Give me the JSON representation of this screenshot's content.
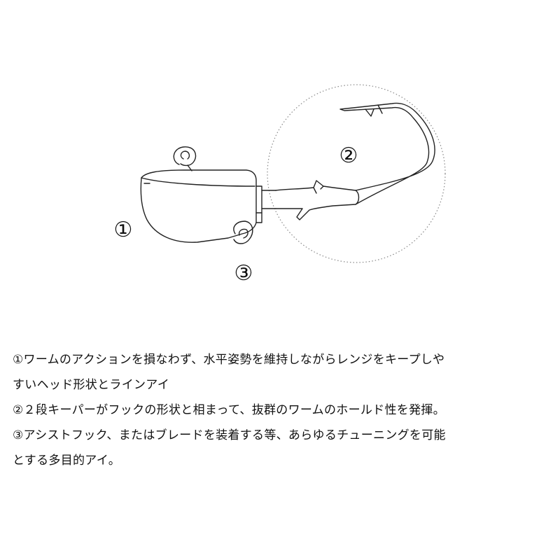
{
  "diagram": {
    "callouts": {
      "one": "①",
      "two": "②",
      "three": "③"
    },
    "colors": {
      "outline": "#222222",
      "dotted_circle": "#888888",
      "text": "#111111"
    }
  },
  "description": {
    "lines": [
      "①ワームのアクションを損なわず、水平姿勢を維持しながらレンジをキープしや",
      "すいヘッド形状とラインアイ",
      "②２段キーパーがフックの形状と相まって、抜群のワームのホールド性を発揮。",
      "③アシストフック、またはブレードを装着する等、あらゆるチューニングを可能",
      "とする多目的アイ。"
    ]
  }
}
